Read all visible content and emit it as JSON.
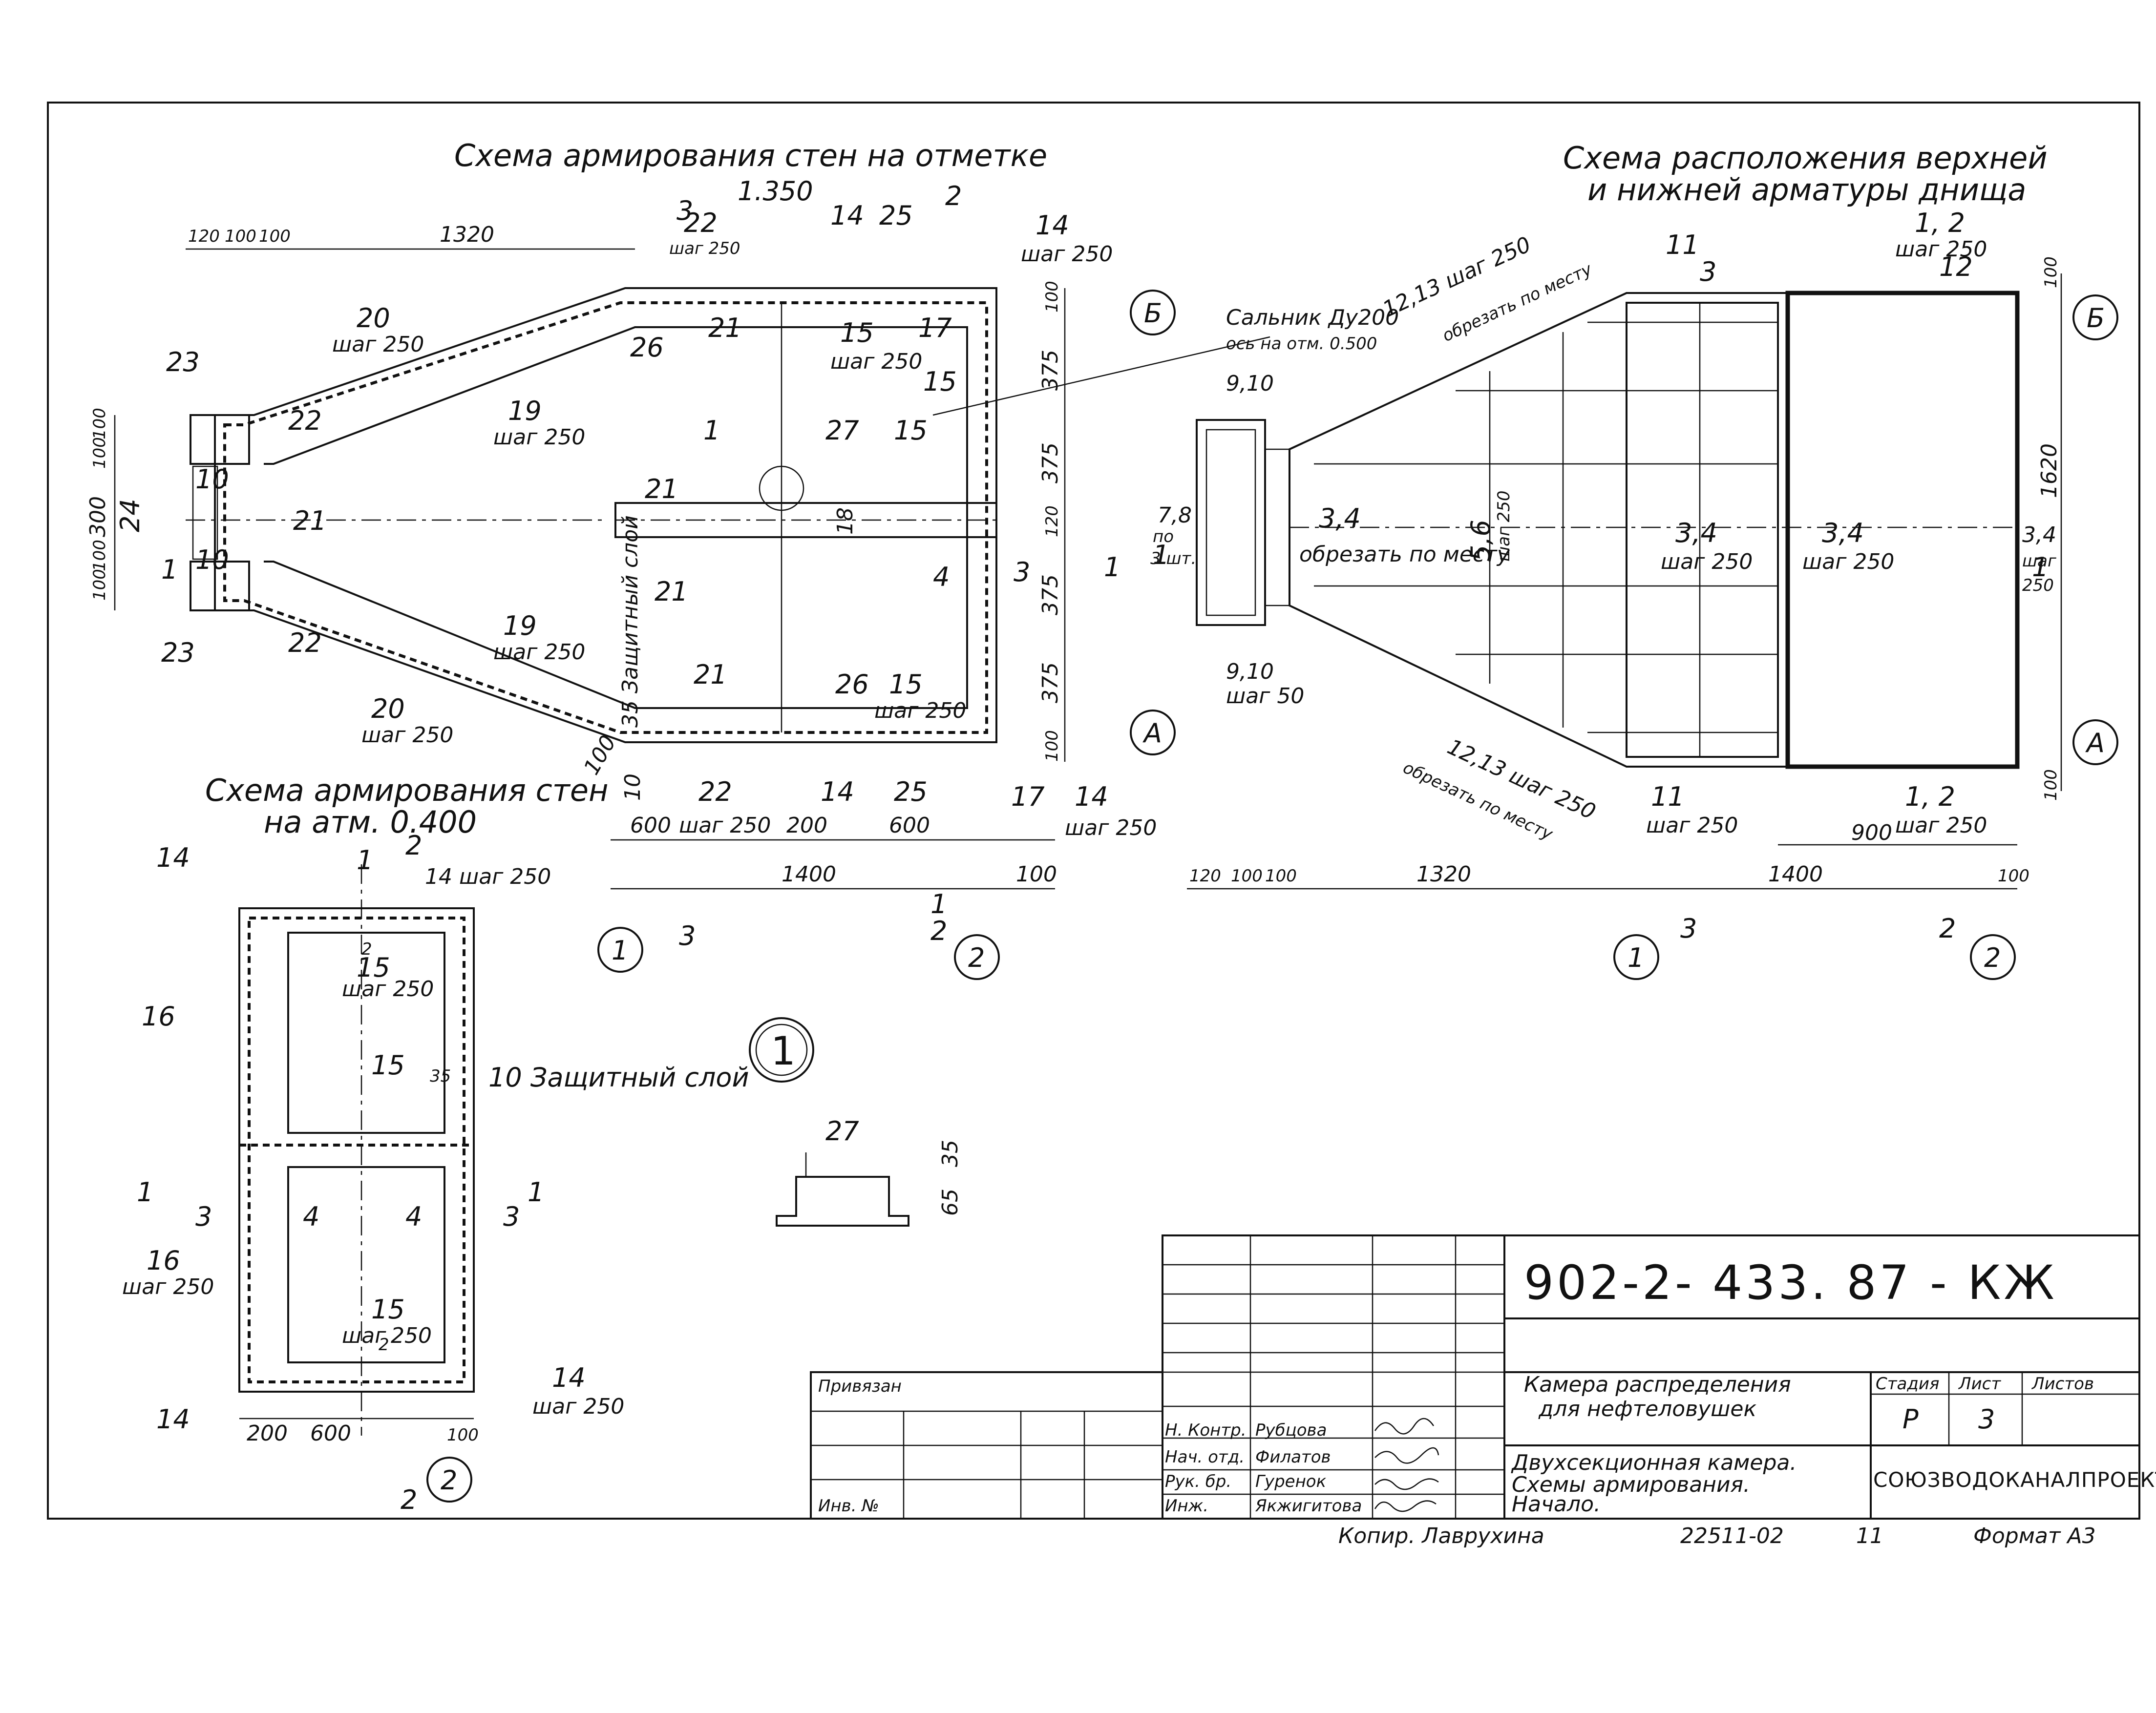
{
  "plan_top": {
    "title": "Схема армирования стен на отметке",
    "elevation": "1.350",
    "dims_top": [
      "120",
      "100",
      "100",
      "1320"
    ],
    "dims_left": [
      "100",
      "100",
      "300",
      "100",
      "100"
    ],
    "dims_right": [
      "100",
      "375",
      "375",
      "120",
      "375",
      "375",
      "100"
    ],
    "dims_bottom": [
      "600",
      "шаг 250",
      "200",
      "600",
      "1400",
      "100"
    ],
    "marks": [
      "23",
      "22",
      "20",
      "шаг 250",
      "19",
      "шаг 250",
      "21",
      "26",
      "22",
      "шаг 250",
      "14",
      "25",
      "15",
      "шаг 250",
      "17",
      "14",
      "шаг 250",
      "15",
      "1",
      "27",
      "15",
      "21",
      "21",
      "10",
      "24",
      "10",
      "21",
      "4",
      "3",
      "19",
      "шаг 250",
      "20",
      "шаг 250",
      "21",
      "26",
      "15",
      "шаг 250",
      "22",
      "14",
      "25",
      "17",
      "14",
      "шаг 250",
      "23",
      "22",
      "35 Защитный слой",
      "10",
      "100",
      "18"
    ],
    "section_marks": [
      "3",
      "2",
      "1",
      "1",
      "3",
      "2",
      "1"
    ],
    "axes": [
      "1",
      "2",
      "Б",
      "А"
    ]
  },
  "callout_gland": {
    "line1": "Сальник Ду200",
    "line2": "ось на отм. 0.500"
  },
  "plan_bottom_right": {
    "title_line1": "Схема расположения верхней",
    "title_line2": "и нижней арматуры днища",
    "marks": [
      "11",
      "3",
      "1, 2",
      "шаг 250",
      "12",
      "12,13 шаг 250",
      "обрезать по месту",
      "9,10",
      "7,8",
      "по",
      "3 шт.",
      "3,4",
      "обрезать по месту",
      "5,6",
      "шаг 250",
      "3,4",
      "шаг 250",
      "3,4",
      "шаг 250",
      "3,4",
      "шаг",
      "250",
      "9,10",
      "шаг 50",
      "12,13 шаг 250",
      "обрезать по месту",
      "11",
      "шаг 250",
      "1, 2",
      "шаг 250"
    ],
    "dims_right": [
      "100",
      "1620",
      "100"
    ],
    "dims_bottom": [
      "120",
      "100",
      "100",
      "1320",
      "1400",
      "100",
      "900"
    ],
    "section_marks": [
      "1",
      "3",
      "2",
      "1"
    ],
    "axes": [
      "Б",
      "А",
      "1",
      "2"
    ]
  },
  "plan_small": {
    "title_line1": "Схема армирования стен",
    "title_line2": "на атм. 0.400",
    "marks": [
      "14",
      "1",
      "2",
      "14 шаг 250",
      "2",
      "15",
      "шаг 250",
      "16",
      "15",
      "35",
      "10 Защитный слой",
      "3",
      "4",
      "4",
      "3",
      "16",
      "шаг 250",
      "15",
      "шаг",
      "2",
      "250",
      "14",
      "шаг 250",
      "14",
      "1",
      "1"
    ],
    "dims_bottom": [
      "200",
      "600",
      "100"
    ],
    "axis": "2",
    "section_mark": "2"
  },
  "node_detail": {
    "label": "1",
    "mark": "27",
    "dims": [
      "35",
      "65"
    ]
  },
  "title_block": {
    "code": "902-2-  433. 87 -  КЖ",
    "tied": "Привязан",
    "inv": "Инв. №",
    "roles": [
      "Н. Контр.",
      "Нач. отд.",
      "Рук. бр.",
      "Инж."
    ],
    "names": [
      "Рубцова",
      "Филатов",
      "Гуренок",
      "Якжигитова"
    ],
    "name_line1": "Камера распределения",
    "name_line2": "для нефтеловушек",
    "desc_line1": "Двухсекционная камера.",
    "desc_line2": "Схемы армирования.",
    "desc_line3": "Начало.",
    "stage_label": "Стадия",
    "sheet_label": "Лист",
    "sheets_label": "Листов",
    "stage": "Р",
    "sheet": "3",
    "sheets": "",
    "org": "СОЮЗВОДОКАНАЛПРОЕКТ",
    "copier": "Копир. Лаврухина",
    "order": "22511-02",
    "number": "11",
    "format": "Формат А3"
  }
}
